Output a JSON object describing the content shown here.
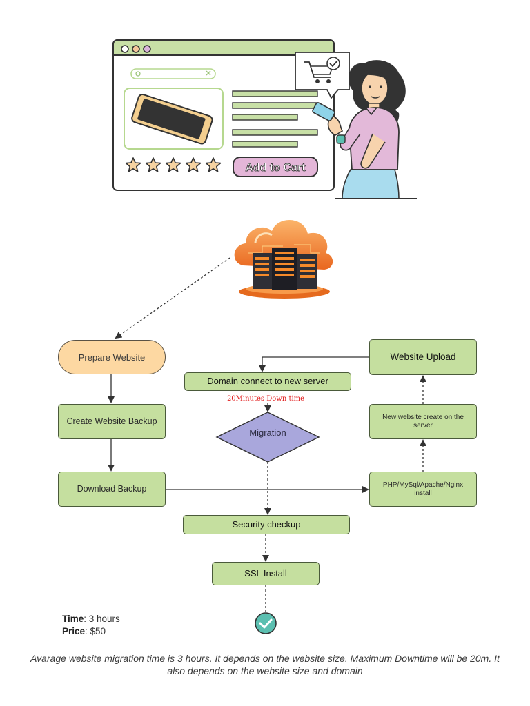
{
  "illustration": {
    "button_label": "Add to Cart",
    "rating_stars": 5
  },
  "flow": {
    "prepare": "Prepare Website",
    "create_backup": "Create Website Backup",
    "download_backup": "Download Backup",
    "php_install": "PHP/MySql/Apache/Nginx install",
    "new_site_create": "New website create on the server",
    "website_upload": "Website Upload",
    "domain_connect": "Domain connect to new server",
    "downtime_note": "20Minutes Down time",
    "migration": "Migration",
    "security": "Security checkup",
    "ssl": "SSL Install"
  },
  "info": {
    "time_label": "Time",
    "time_value": ": 3 hours",
    "price_label": "Price",
    "price_value": ": $50"
  },
  "caption": "Avarage website migration time is 3 hours. It depends on the website size. Maximum Downtime will be 20m. It also depends on the website size and domain",
  "colors": {
    "box_fill": "#c5df9f",
    "start_fill": "#fdd8a2",
    "decision_fill": "#a9a7dc",
    "downtime_text": "#e11b1b",
    "check_fill": "#5bbfb0"
  }
}
